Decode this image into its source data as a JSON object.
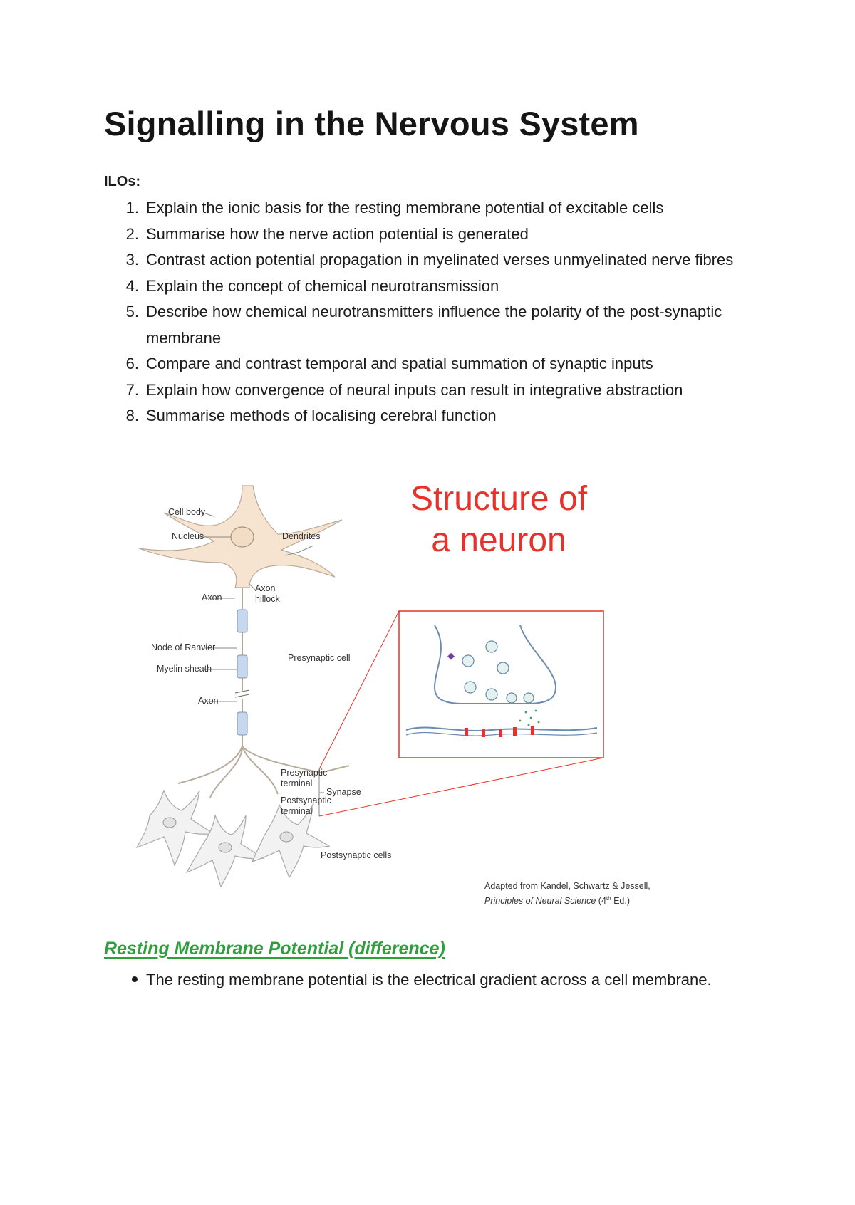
{
  "title": "Signalling in the Nervous System",
  "ilos": {
    "label": "ILOs:",
    "items": [
      {
        "num": "1.",
        "text": "Explain the ionic basis for the resting membrane potential of excitable cells"
      },
      {
        "num": "2.",
        "text": "Summarise how the nerve action potential is generated"
      },
      {
        "num": "3.",
        "text": "Contrast action potential propagation in myelinated verses unmyelinated nerve fibres"
      },
      {
        "num": "4.",
        "text": "Explain the concept of chemical neurotransmission"
      },
      {
        "num": "5.",
        "text": "Describe how chemical neurotransmitters influence the polarity of the post-synaptic membrane"
      },
      {
        "num": "6.",
        "text": "Compare and contrast temporal and spatial summation of synaptic inputs"
      },
      {
        "num": "7.",
        "text": "Explain how convergence of neural inputs can result in integrative abstraction"
      },
      {
        "num": "8.",
        "text": "Summarise methods of localising cerebral function"
      }
    ]
  },
  "figure": {
    "title_line1": "Structure of",
    "title_line2": "a neuron",
    "labels": {
      "cell_body": "Cell body",
      "nucleus": "Nucleus",
      "dendrites": "Dendrites",
      "axon_top": "Axon",
      "axon_hillock_1": "Axon",
      "axon_hillock_2": "hillock",
      "node_of_ranvier": "Node of Ranvier",
      "myelin_sheath": "Myelin sheath",
      "axon_lower": "Axon",
      "presynaptic_cell": "Presynaptic cell",
      "presynaptic_terminal_1": "Presynaptic",
      "presynaptic_terminal_2": "terminal",
      "postsynaptic_terminal_1": "Postsynaptic",
      "postsynaptic_terminal_2": "terminal",
      "synapse": "Synapse",
      "postsynaptic_cells": "Postsynaptic cells"
    },
    "credit_line1": "Adapted from Kandel, Schwartz & Jessell,",
    "credit_book": "Principles of Neural Science",
    "credit_edition_pre": " (4",
    "credit_edition_sup": "th",
    "credit_edition_post": " Ed.)",
    "colors": {
      "title": "#e8312a",
      "cell": "#f6e4d1",
      "myelin": "#c7d7ee",
      "inset": "#e8312a"
    }
  },
  "section": {
    "heading": "Resting Membrane Potential (difference)",
    "heading_color": "#2f9e3f",
    "bullets": [
      "The resting membrane potential is the electrical gradient across a cell membrane."
    ]
  }
}
